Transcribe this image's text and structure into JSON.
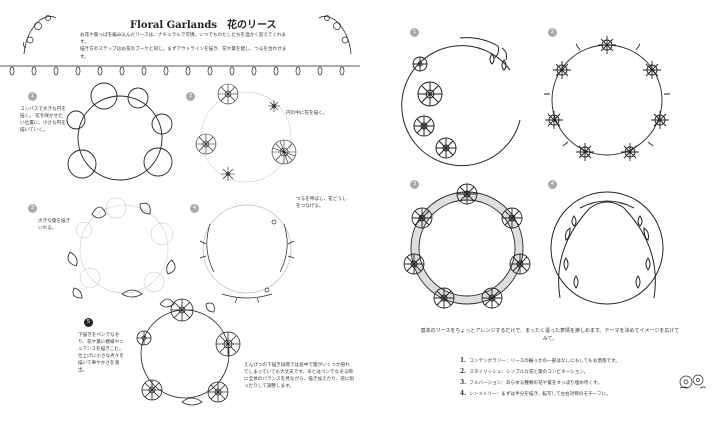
{
  "left_page": {
    "title": "Floral Garlands　花のリース",
    "intro": [
      "お花や葉っぱを編み込んだリースは、ナチュラルで可憐。いつでもわたしたちを温かく迎えてくれます。",
      "描き方のステップはお花のブーケと同じ。まずアウトラインを描き、花や葉を配し、つるを合わせます。"
    ],
    "steps": [
      {
        "num": "1",
        "text": "コンパスで大きな円を描く。 花を咲かせたい位置に、小さな円を描いていく。"
      },
      {
        "num": "2",
        "text": "円の中に花を描く。"
      },
      {
        "num": "3",
        "text": "大きな葉を描きいれる。"
      },
      {
        "num": "4",
        "text": "つるを伸ばし、花どうしをつなげる。"
      },
      {
        "num": "5",
        "text": "下描きをペンでなぞり、花や葉に模様やニュアンスを描きこむ。仕上げに小さな点々を描いて華やかさを演出。"
      }
    ],
    "tip": "えんぴつの下描き段階では途中で葉がいくつか隠れてしまっていても大丈夫です。あとはペンでなぞる際に全体のバランスを見ながら、描き加えたり、逆に削ったりして調整します。"
  },
  "right_page": {
    "examples": [
      "1",
      "2",
      "3",
      "4"
    ],
    "caption": "基本のリースをちょっとアレンジするだけで、まったく違った表情を楽しめます。テーマを決めてイメージを広げてみて。",
    "legend": [
      {
        "num": "1.",
        "text": "コンテンポラリー：リースの輪っかの一部はなしにもしてもお洒落です。"
      },
      {
        "num": "2.",
        "text": "スタイリッシュ：シンプルな花と葉のコンビネーション。"
      },
      {
        "num": "3.",
        "text": "フルバージョン：あらゆる種類の花や葉をすっぽり埋め尽くす。"
      },
      {
        "num": "4.",
        "text": "シンメトリー：まずは半分を描き、転写して左右対称のモチーフに。"
      }
    ]
  },
  "colors": {
    "ink": "#222222",
    "step_circle": "#aaaaaa",
    "pencil": "#bbbbbb"
  }
}
